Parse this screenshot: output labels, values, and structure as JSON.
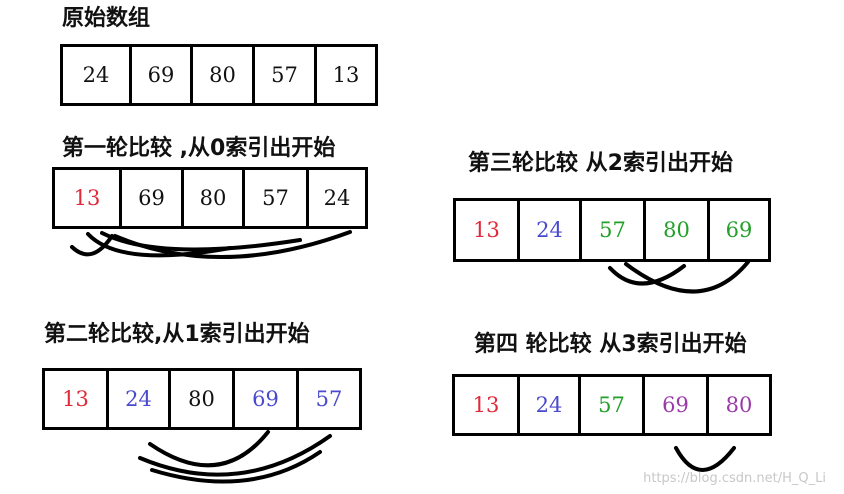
{
  "colors": {
    "red": "#e02a3a",
    "blue": "#4a4acf",
    "green": "#22a02a",
    "purple": "#9a3aa8",
    "black": "#111111"
  },
  "diagram": {
    "original": {
      "title": "原始数组",
      "cells": [
        {
          "value": "24",
          "color": "black"
        },
        {
          "value": "69",
          "color": "black"
        },
        {
          "value": "80",
          "color": "black"
        },
        {
          "value": "57",
          "color": "black"
        },
        {
          "value": "13",
          "color": "black"
        }
      ]
    },
    "round1": {
      "title": "第一轮比较 ,从0索引出开始",
      "cells": [
        {
          "value": "13",
          "color": "red"
        },
        {
          "value": "69",
          "color": "black"
        },
        {
          "value": "80",
          "color": "black"
        },
        {
          "value": "57",
          "color": "black"
        },
        {
          "value": "24",
          "color": "black"
        }
      ]
    },
    "round2": {
      "title": "第二轮比较,从1索引出开始",
      "cells": [
        {
          "value": "13",
          "color": "red"
        },
        {
          "value": "24",
          "color": "blue"
        },
        {
          "value": "80",
          "color": "black"
        },
        {
          "value": "69",
          "color": "blue"
        },
        {
          "value": "57",
          "color": "blue"
        }
      ]
    },
    "round3": {
      "title": "第三轮比较  从2索引出开始",
      "cells": [
        {
          "value": "13",
          "color": "red"
        },
        {
          "value": "24",
          "color": "blue"
        },
        {
          "value": "57",
          "color": "green"
        },
        {
          "value": "80",
          "color": "green"
        },
        {
          "value": "69",
          "color": "green"
        }
      ]
    },
    "round4": {
      "title": "第四 轮比较 从3索引出开始",
      "cells": [
        {
          "value": "13",
          "color": "red"
        },
        {
          "value": "24",
          "color": "blue"
        },
        {
          "value": "57",
          "color": "green"
        },
        {
          "value": "69",
          "color": "purple"
        },
        {
          "value": "80",
          "color": "purple"
        }
      ]
    }
  },
  "watermark": "https://blog.csdn.net/H_Q_Li"
}
